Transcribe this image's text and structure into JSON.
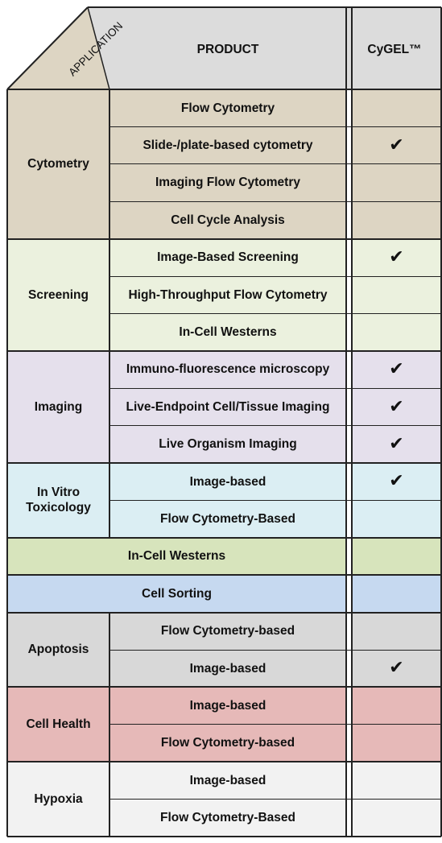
{
  "header": {
    "application_label": "APPLICATION",
    "product_label": "PRODUCT",
    "cygel_label": "CyGEL™",
    "fill": "#dcdcdc",
    "app_fill": "#ddd5c3"
  },
  "check_glyph": "✔",
  "groups": [
    {
      "application": "Cytometry",
      "color": "#ddd5c3",
      "products": [
        {
          "name": "Flow Cytometry",
          "cygel": false
        },
        {
          "name": "Slide-/plate-based cytometry",
          "cygel": true
        },
        {
          "name": "Imaging Flow Cytometry",
          "cygel": false
        },
        {
          "name": "Cell Cycle Analysis",
          "cygel": false
        }
      ]
    },
    {
      "application": "Screening",
      "color": "#ebf1de",
      "products": [
        {
          "name": "Image-Based Screening",
          "cygel": true
        },
        {
          "name": "High-Throughput Flow Cytometry",
          "cygel": false
        },
        {
          "name": "In-Cell Westerns",
          "cygel": false
        }
      ]
    },
    {
      "application": "Imaging",
      "color": "#e5e0ec",
      "products": [
        {
          "name": "Immuno-fluorescence microscopy",
          "cygel": true
        },
        {
          "name": "Live-Endpoint Cell/Tissue Imaging",
          "cygel": true
        },
        {
          "name": "Live Organism Imaging",
          "cygel": true
        }
      ]
    },
    {
      "application": "In Vitro\nToxicology",
      "color": "#dbeef3",
      "products": [
        {
          "name": "Image-based",
          "cygel": true
        },
        {
          "name": "Flow Cytometry-Based",
          "cygel": false
        }
      ]
    },
    {
      "application": "In-Cell Westerns",
      "color": "#d7e4bc",
      "merged": true,
      "cygel": false,
      "products": [
        {
          "name": "",
          "cygel": false
        }
      ]
    },
    {
      "application": "Cell Sorting",
      "color": "#c6d9f0",
      "merged": true,
      "cygel": false,
      "products": [
        {
          "name": "",
          "cygel": false
        }
      ]
    },
    {
      "application": "Apoptosis",
      "color": "#d8d8d8",
      "products": [
        {
          "name": "Flow Cytometry-based",
          "cygel": false
        },
        {
          "name": "Image-based",
          "cygel": true
        }
      ]
    },
    {
      "application": "Cell Health",
      "color": "#e6b9b8",
      "products": [
        {
          "name": "Image-based",
          "cygel": false
        },
        {
          "name": "Flow Cytometry-based",
          "cygel": false
        }
      ]
    },
    {
      "application": "Hypoxia",
      "color": "#f2f2f2",
      "products": [
        {
          "name": "Image-based",
          "cygel": false
        },
        {
          "name": "Flow Cytometry-Based",
          "cygel": false
        }
      ]
    }
  ]
}
